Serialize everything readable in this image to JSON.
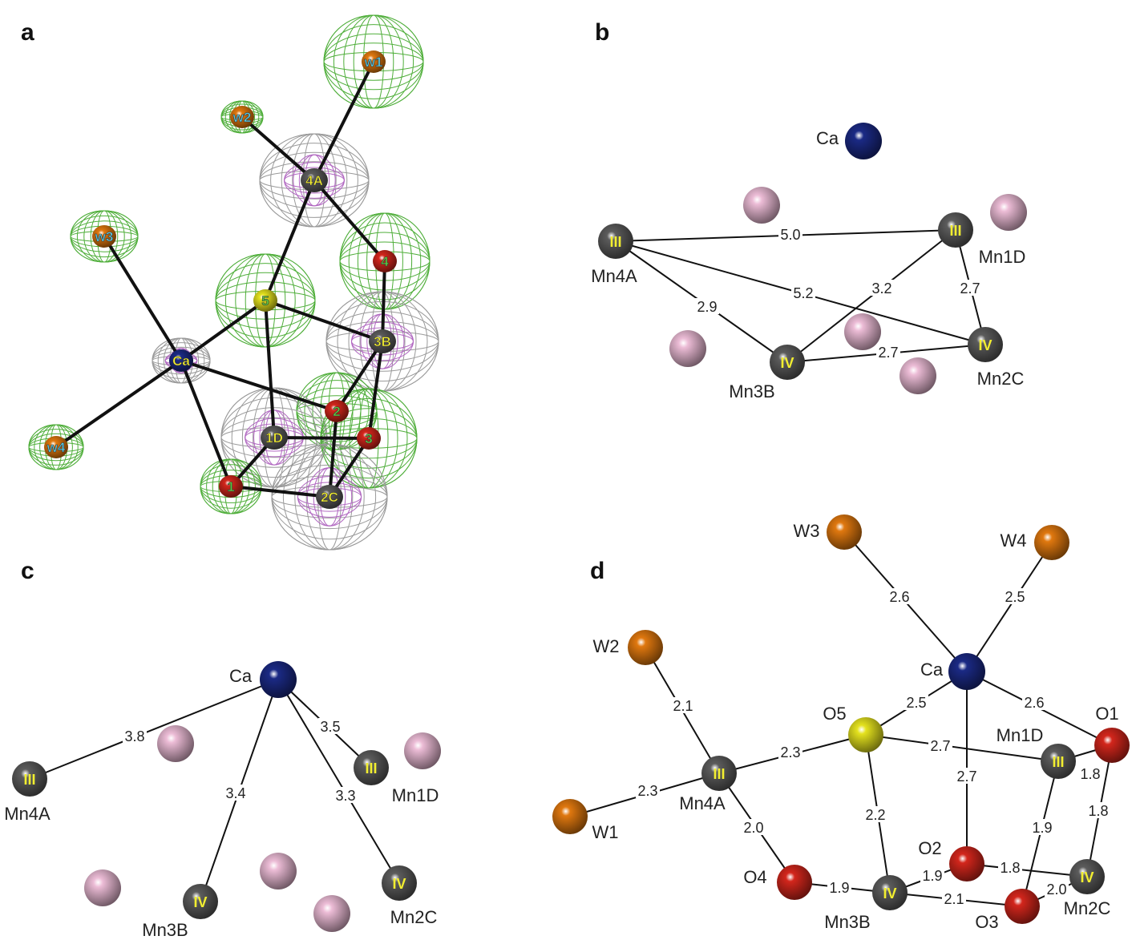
{
  "colors": {
    "mn": "#5c5c5c",
    "ca": "#1b2a85",
    "o": "#d3261c",
    "o5": "#e4e21e",
    "water": "#e0780f",
    "pink": "#ecbcd6",
    "mesh_green": "#4fae3a",
    "mesh_grey": "#9a9a9a",
    "mesh_purple": "#b066c0",
    "ox_text": "#f2ee30",
    "w_text": "#5cc8e0"
  },
  "panels": {
    "a": {
      "label": "a",
      "atoms": [
        {
          "id": "w1",
          "label": "w1",
          "type": "water",
          "mesh": "green"
        },
        {
          "id": "w2",
          "label": "w2",
          "type": "water",
          "mesh": "green"
        },
        {
          "id": "4A",
          "label": "4A",
          "type": "mn",
          "mesh": "grey"
        },
        {
          "id": "w3",
          "label": "w3",
          "type": "water",
          "mesh": "green"
        },
        {
          "id": "4",
          "label": "4",
          "type": "o",
          "mesh": "green"
        },
        {
          "id": "5",
          "label": "5",
          "type": "o5",
          "mesh": "green"
        },
        {
          "id": "3B",
          "label": "3B",
          "type": "mn",
          "mesh": "grey"
        },
        {
          "id": "Ca",
          "label": "Ca",
          "type": "ca",
          "mesh": "grey"
        },
        {
          "id": "2",
          "label": "2",
          "type": "o",
          "mesh": "green"
        },
        {
          "id": "1D",
          "label": "1D",
          "type": "mn",
          "mesh": "grey"
        },
        {
          "id": "3",
          "label": "3",
          "type": "o",
          "mesh": "green"
        },
        {
          "id": "w4",
          "label": "w4",
          "type": "water",
          "mesh": "green"
        },
        {
          "id": "1",
          "label": "1",
          "type": "o",
          "mesh": "green"
        },
        {
          "id": "2C",
          "label": "2C",
          "type": "mn",
          "mesh": "grey"
        }
      ],
      "bonds": [
        [
          "w1",
          "4A"
        ],
        [
          "w2",
          "4A"
        ],
        [
          "4A",
          "5"
        ],
        [
          "4A",
          "4"
        ],
        [
          "4",
          "3B"
        ],
        [
          "5",
          "3B"
        ],
        [
          "5",
          "Ca"
        ],
        [
          "5",
          "1D"
        ],
        [
          "w3",
          "Ca"
        ],
        [
          "Ca",
          "w4"
        ],
        [
          "Ca",
          "2"
        ],
        [
          "Ca",
          "1"
        ],
        [
          "3B",
          "2"
        ],
        [
          "3B",
          "3"
        ],
        [
          "2",
          "2C"
        ],
        [
          "1D",
          "3"
        ],
        [
          "1D",
          "1"
        ],
        [
          "1",
          "2C"
        ],
        [
          "3",
          "2C"
        ]
      ]
    },
    "b": {
      "label": "b",
      "atoms": [
        {
          "id": "Ca",
          "label": "Ca",
          "type": "ca",
          "ox": ""
        },
        {
          "id": "Mn4A",
          "label": "Mn4A",
          "type": "mn",
          "ox": "III"
        },
        {
          "id": "Mn1D",
          "label": "Mn1D",
          "type": "mn",
          "ox": "III"
        },
        {
          "id": "Mn3B",
          "label": "Mn3B",
          "type": "mn",
          "ox": "IV"
        },
        {
          "id": "Mn2C",
          "label": "Mn2C",
          "type": "mn",
          "ox": "IV"
        }
      ],
      "pink_spheres": 5,
      "bonds": [
        {
          "from": "Mn4A",
          "to": "Mn1D",
          "distance": "5.0"
        },
        {
          "from": "Mn4A",
          "to": "Mn2C",
          "distance": "5.2"
        },
        {
          "from": "Mn4A",
          "to": "Mn3B",
          "distance": "2.9"
        },
        {
          "from": "Mn3B",
          "to": "Mn1D",
          "distance": "3.2"
        },
        {
          "from": "Mn1D",
          "to": "Mn2C",
          "distance": "2.7"
        },
        {
          "from": "Mn3B",
          "to": "Mn2C",
          "distance": "2.7"
        }
      ]
    },
    "c": {
      "label": "c",
      "atoms": [
        {
          "id": "Ca",
          "label": "Ca",
          "type": "ca",
          "ox": ""
        },
        {
          "id": "Mn4A",
          "label": "Mn4A",
          "type": "mn",
          "ox": "III"
        },
        {
          "id": "Mn1D",
          "label": "Mn1D",
          "type": "mn",
          "ox": "III"
        },
        {
          "id": "Mn3B",
          "label": "Mn3B",
          "type": "mn",
          "ox": "IV"
        },
        {
          "id": "Mn2C",
          "label": "Mn2C",
          "type": "mn",
          "ox": "IV"
        }
      ],
      "pink_spheres": 5,
      "bonds": [
        {
          "from": "Ca",
          "to": "Mn4A",
          "distance": "3.8"
        },
        {
          "from": "Ca",
          "to": "Mn1D",
          "distance": "3.5"
        },
        {
          "from": "Ca",
          "to": "Mn3B",
          "distance": "3.4"
        },
        {
          "from": "Ca",
          "to": "Mn2C",
          "distance": "3.3"
        }
      ]
    },
    "d": {
      "label": "d",
      "atoms": [
        {
          "id": "W3",
          "label": "W3",
          "type": "water",
          "ox": ""
        },
        {
          "id": "W4",
          "label": "W4",
          "type": "water",
          "ox": ""
        },
        {
          "id": "W2",
          "label": "W2",
          "type": "water",
          "ox": ""
        },
        {
          "id": "Ca",
          "label": "Ca",
          "type": "ca",
          "ox": ""
        },
        {
          "id": "O5",
          "label": "O5",
          "type": "o5",
          "ox": ""
        },
        {
          "id": "O1",
          "label": "O1",
          "type": "o",
          "ox": ""
        },
        {
          "id": "Mn1D",
          "label": "Mn1D",
          "type": "mn",
          "ox": "III"
        },
        {
          "id": "Mn4A",
          "label": "Mn4A",
          "type": "mn",
          "ox": "III"
        },
        {
          "id": "W1",
          "label": "W1",
          "type": "water",
          "ox": ""
        },
        {
          "id": "O2",
          "label": "O2",
          "type": "o",
          "ox": ""
        },
        {
          "id": "O4",
          "label": "O4",
          "type": "o",
          "ox": ""
        },
        {
          "id": "Mn3B",
          "label": "Mn3B",
          "type": "mn",
          "ox": "IV"
        },
        {
          "id": "O3",
          "label": "O3",
          "type": "o",
          "ox": ""
        },
        {
          "id": "Mn2C",
          "label": "Mn2C",
          "type": "mn",
          "ox": "IV"
        }
      ],
      "bonds": [
        {
          "from": "W3",
          "to": "Ca",
          "distance": "2.6"
        },
        {
          "from": "W4",
          "to": "Ca",
          "distance": "2.5"
        },
        {
          "from": "W2",
          "to": "Mn4A",
          "distance": "2.1"
        },
        {
          "from": "Ca",
          "to": "O5",
          "distance": "2.5"
        },
        {
          "from": "Ca",
          "to": "O1",
          "distance": "2.6"
        },
        {
          "from": "Ca",
          "to": "O2",
          "distance": "2.7"
        },
        {
          "from": "O5",
          "to": "Mn4A",
          "distance": "2.3"
        },
        {
          "from": "O5",
          "to": "Mn1D",
          "distance": "2.7"
        },
        {
          "from": "O5",
          "to": "Mn3B",
          "distance": "2.2"
        },
        {
          "from": "W1",
          "to": "Mn4A",
          "distance": "2.3"
        },
        {
          "from": "Mn4A",
          "to": "O4",
          "distance": "2.0"
        },
        {
          "from": "O1",
          "to": "Mn1D",
          "distance": "1.8"
        },
        {
          "from": "O1",
          "to": "Mn2C",
          "distance": "1.8"
        },
        {
          "from": "Mn1D",
          "to": "O3",
          "distance": "1.9"
        },
        {
          "from": "O4",
          "to": "Mn3B",
          "distance": "1.9"
        },
        {
          "from": "O2",
          "to": "Mn3B",
          "distance": "1.9"
        },
        {
          "from": "O2",
          "to": "Mn2C",
          "distance": "1.8"
        },
        {
          "from": "Mn3B",
          "to": "O3",
          "distance": "2.1"
        },
        {
          "from": "O3",
          "to": "Mn2C",
          "distance": "2.0"
        }
      ]
    }
  }
}
